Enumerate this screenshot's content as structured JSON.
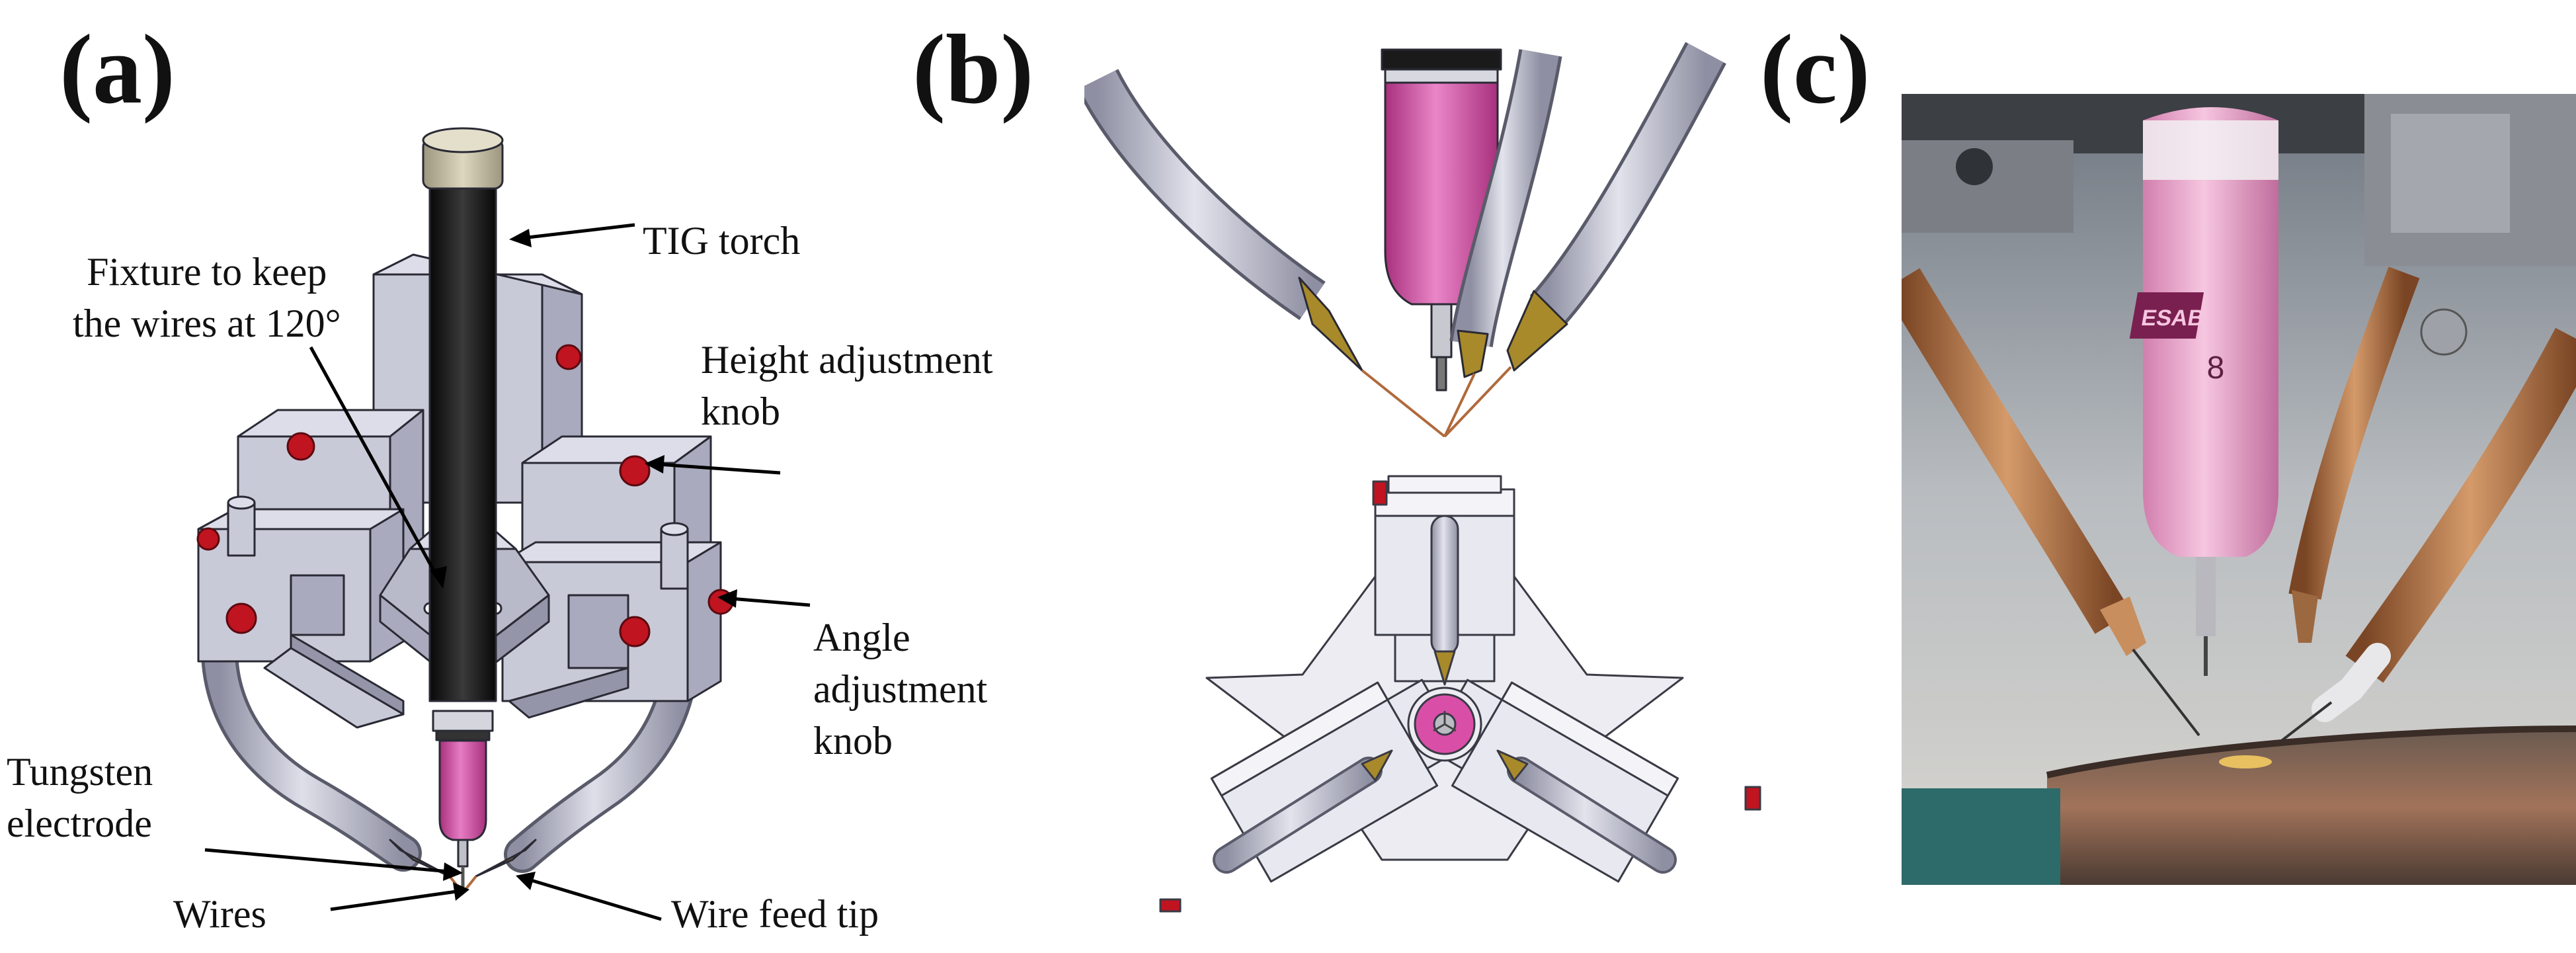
{
  "panels": {
    "a": {
      "label": "(a)",
      "callouts": {
        "tig_torch": "TIG torch",
        "fixture_line1": "Fixture to keep",
        "fixture_line2": "the wires at 120°",
        "height_line1": "Height adjustment",
        "height_line2": "knob",
        "angle_line1": "Angle",
        "angle_line2": "adjustment",
        "angle_line3": "knob",
        "tungsten_line1": "Tungsten",
        "tungsten_line2": "electrode",
        "wires": "Wires",
        "wire_feed_tip": "Wire feed tip"
      }
    },
    "b": {
      "label": "(b)"
    },
    "c": {
      "label": "(c)",
      "nozzle_brand": "ESAB",
      "nozzle_size": "8"
    }
  },
  "colors": {
    "block_face": "#c9cad8",
    "block_side": "#a9aabd",
    "block_top": "#dcdde8",
    "edge": "#2a2a35",
    "torch_black": "#1b1b1b",
    "cap": "#c9c2aa",
    "nozzle_magenta": "#d94fa8",
    "knob_red": "#c01420",
    "tube": "#b9bac8",
    "tip_gold": "#a88a2a",
    "photo_bg": "#8c96a0",
    "photo_nozzle": "#eeb0cf",
    "copper": "#b06a3c"
  }
}
